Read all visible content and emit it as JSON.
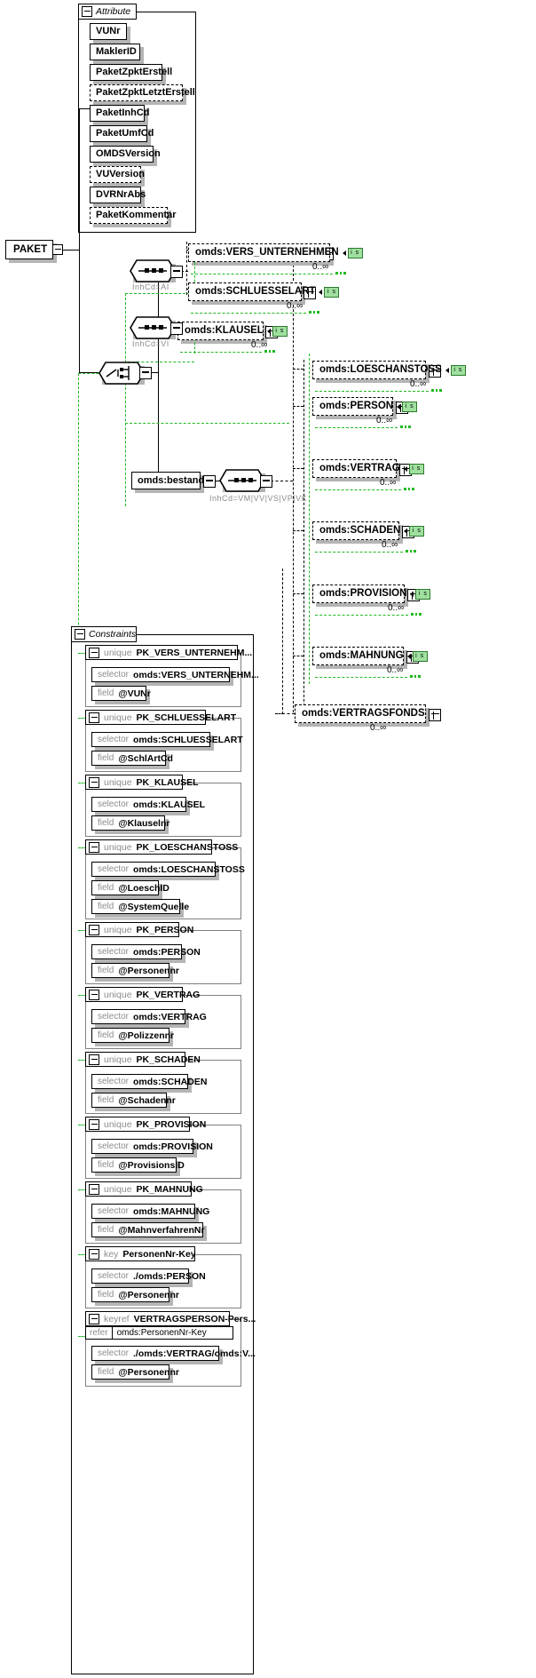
{
  "diagram": {
    "type": "xsd-schema-diagram",
    "root_element": "PAKET",
    "groups": {
      "attribute_title": "Attribute",
      "constraints_title": "Constraints"
    }
  },
  "attributes": [
    {
      "name": "VUNr",
      "optional": false
    },
    {
      "name": "MaklerID",
      "optional": false
    },
    {
      "name": "PaketZpktErstell",
      "optional": false
    },
    {
      "name": "PaketZpktLetztErstell",
      "optional": true
    },
    {
      "name": "PaketInhCd",
      "optional": false
    },
    {
      "name": "PaketUmfCd",
      "optional": false
    },
    {
      "name": "OMDSVersion",
      "optional": false
    },
    {
      "name": "VUVersion",
      "optional": true
    },
    {
      "name": "DVRNrAbs",
      "optional": false
    },
    {
      "name": "PaketKommentar",
      "optional": true
    }
  ],
  "compositors": [
    {
      "id": "seq-ai",
      "kind": "sequence",
      "caption": "InhCd=AI"
    },
    {
      "id": "seq-vi",
      "kind": "sequence",
      "caption": "InhCd=VI"
    },
    {
      "id": "choice-root",
      "kind": "choice",
      "caption": ""
    },
    {
      "id": "seq-bestand",
      "kind": "sequence",
      "caption": "InhCd=VM|VV|VS|VP|VK"
    }
  ],
  "bestand": {
    "label": "omds:bestand"
  },
  "elements_ai": [
    {
      "label": "omds:VERS_UNTERNEHMEN",
      "occurs": "0..∞",
      "badge": "i s",
      "expandable": true
    },
    {
      "label": "omds:SCHLUESSELART",
      "occurs": "0..∞",
      "badge": "i s",
      "expandable": true
    }
  ],
  "elements_vi": [
    {
      "label": "omds:KLAUSEL",
      "occurs": "0..∞",
      "badge": "i s",
      "expandable": true
    }
  ],
  "elements_bestand": [
    {
      "label": "omds:LOESCHANSTOSS",
      "occurs": "0..∞",
      "badge": "i s",
      "expandable": true
    },
    {
      "label": "omds:PERSON",
      "occurs": "0..∞",
      "badge": "i s",
      "expandable": true
    },
    {
      "label": "omds:VERTRAG",
      "occurs": "0..∞",
      "badge": "i s",
      "expandable": true
    },
    {
      "label": "omds:SCHADEN",
      "occurs": "0..∞",
      "badge": "i s",
      "expandable": true
    },
    {
      "label": "omds:PROVISION",
      "occurs": "0..∞",
      "badge": "i s",
      "expandable": true
    },
    {
      "label": "omds:MAHNUNG",
      "occurs": "0..∞",
      "badge": "i s",
      "expandable": true
    },
    {
      "label": "omds:VERTRAGSFONDS",
      "occurs": "0..∞",
      "badge": "",
      "expandable": true
    }
  ],
  "constraints": [
    {
      "kind": "unique",
      "name": "PK_VERS_UNTERNEHM...",
      "selector": "omds:VERS_UNTERNEHM...",
      "fields": [
        "@VUNr"
      ]
    },
    {
      "kind": "unique",
      "name": "PK_SCHLUESSELART",
      "selector": "omds:SCHLUESSELART",
      "fields": [
        "@SchlArtCd"
      ]
    },
    {
      "kind": "unique",
      "name": "PK_KLAUSEL",
      "selector": "omds:KLAUSEL",
      "fields": [
        "@Klauselnr"
      ]
    },
    {
      "kind": "unique",
      "name": "PK_LOESCHANSTOSS",
      "selector": "omds:LOESCHANSTOSS",
      "fields": [
        "@LoeschID",
        "@SystemQuelle"
      ]
    },
    {
      "kind": "unique",
      "name": "PK_PERSON",
      "selector": "omds:PERSON",
      "fields": [
        "@Personennr"
      ]
    },
    {
      "kind": "unique",
      "name": "PK_VERTRAG",
      "selector": "omds:VERTRAG",
      "fields": [
        "@Polizzennr"
      ]
    },
    {
      "kind": "unique",
      "name": "PK_SCHADEN",
      "selector": "omds:SCHADEN",
      "fields": [
        "@Schadennr"
      ]
    },
    {
      "kind": "unique",
      "name": "PK_PROVISION",
      "selector": "omds:PROVISION",
      "fields": [
        "@ProvisionsID"
      ]
    },
    {
      "kind": "unique",
      "name": "PK_MAHNUNG",
      "selector": "omds:MAHNUNG",
      "fields": [
        "@MahnverfahrenNr"
      ]
    },
    {
      "kind": "key",
      "name": "PersonenNr-Key",
      "selector": "./omds:PERSON",
      "fields": [
        "@Personennr"
      ]
    },
    {
      "kind": "keyref",
      "name": "VERTRAGSPERSON-Pers...",
      "refer_key": "refer",
      "refer": "omds:PersonenNr-Key",
      "selector": "./omds:VERTRAG/omds:V...",
      "fields": [
        "@Personennr"
      ]
    }
  ],
  "labels": {
    "selector_key": "selector",
    "field_key": "field",
    "refer_key": "refer"
  },
  "colors": {
    "green": "#1fb81f",
    "badge_bg": "#9fe09f",
    "shadow": "#b4b4b4",
    "grey_text": "#8c8c8c"
  }
}
